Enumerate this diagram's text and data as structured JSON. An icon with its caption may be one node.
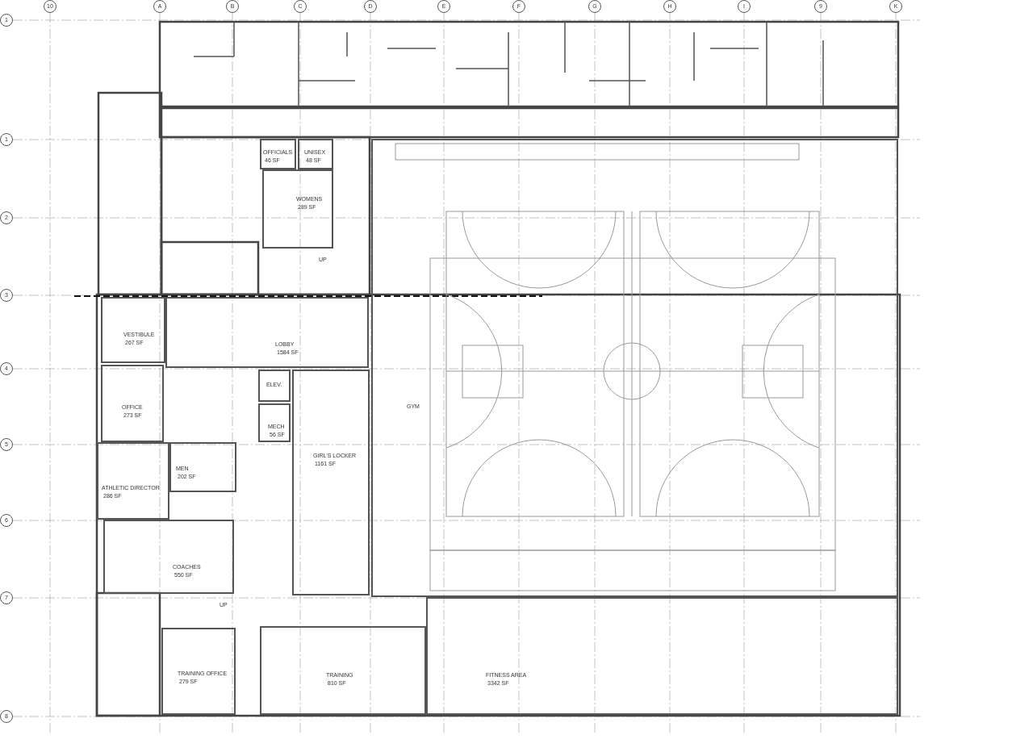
{
  "diagram": {
    "nodes": [
      {
        "text": [
          "OFFICIALS",
          "46 SF"
        ]
      },
      {
        "text": [
          "UNISEX",
          "48 SF"
        ]
      },
      {
        "text": [
          "WOMENS",
          "289 SF"
        ]
      },
      {
        "text": [
          "VESTIBULE",
          "267 SF"
        ]
      },
      {
        "text": [
          "LOBBY",
          "1584 SF"
        ]
      },
      {
        "text": [
          "OFFICE",
          "273 SF"
        ]
      },
      {
        "text": [
          "ELEV."
        ]
      },
      {
        "text": [
          "GYM"
        ]
      },
      {
        "text": [
          "MECH",
          "56 SF"
        ]
      },
      {
        "text": [
          "GIRL'S LOCKER",
          "1161 SF"
        ]
      },
      {
        "text": [
          "MEN",
          "202 SF"
        ]
      },
      {
        "text": [
          "ATHLETIC DIRECTOR",
          "286 SF"
        ]
      },
      {
        "text": [
          "COACHES",
          "550 SF"
        ]
      },
      {
        "text": [
          "TRAINING OFFICE",
          "279 SF"
        ]
      },
      {
        "text": [
          "TRAINING",
          "810 SF"
        ]
      },
      {
        "text": [
          "FITNESS AREA",
          "3342 SF"
        ]
      }
    ],
    "labels": [
      "10",
      "A",
      "B",
      "C",
      "D",
      "E",
      "F",
      "G",
      "H",
      "I",
      "9",
      "K",
      "1",
      "1",
      "2",
      "3",
      "4",
      "5",
      "6",
      "7",
      "8",
      "UP",
      "UP"
    ]
  }
}
